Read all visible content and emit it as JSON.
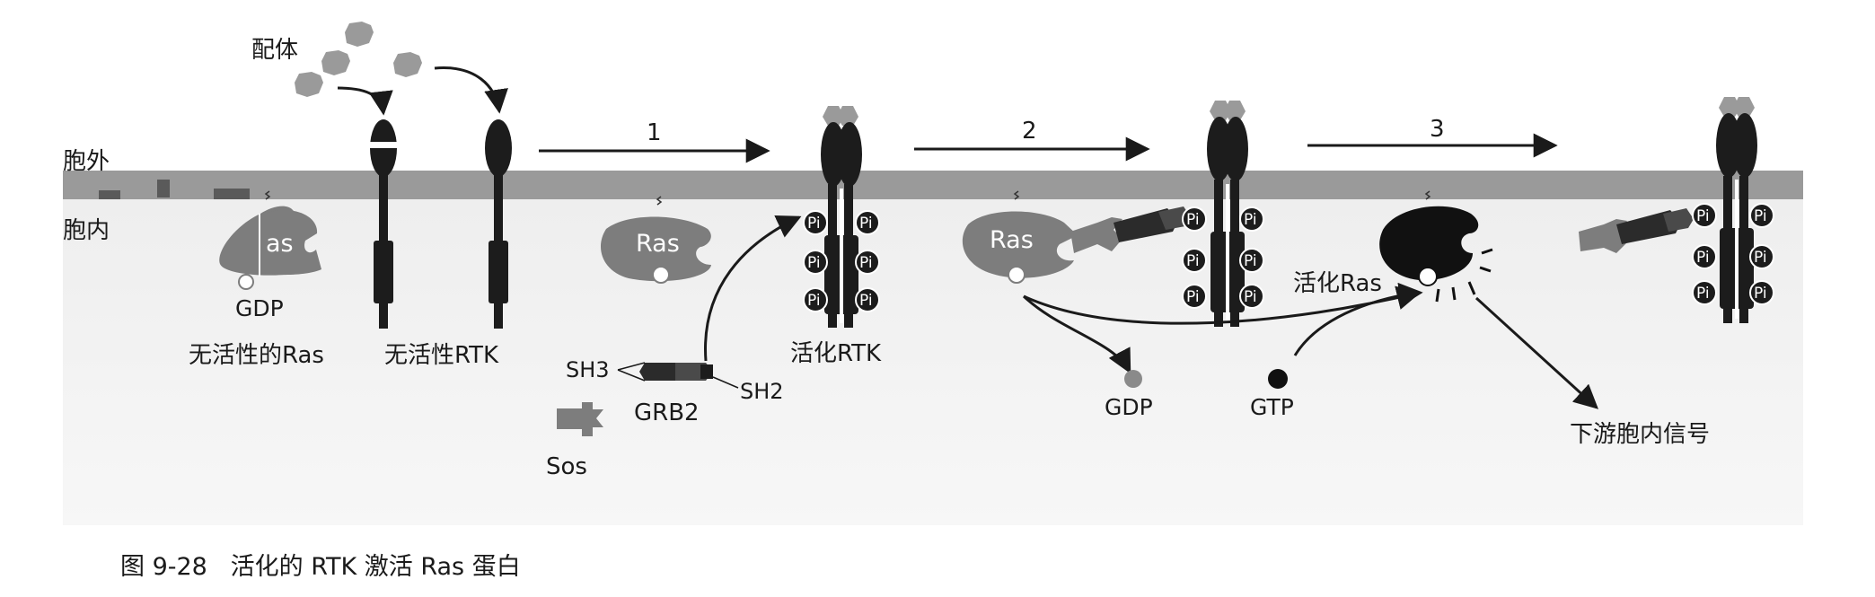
{
  "labels": {
    "ligand": "配体",
    "extracellular": "胞外",
    "intracellular": "胞内",
    "inactive_ras": "无活性的Ras",
    "inactive_rtk": "无活性RTK",
    "active_rtk": "活化RTK",
    "active_ras": "活化Ras",
    "downstream": "下游胞内信号",
    "gdp_bound": "GDP",
    "gdp_free": "GDP",
    "gtp": "GTP",
    "sh3": "SH3",
    "sh2": "SH2",
    "grb2": "GRB2",
    "sos": "Sos",
    "ras1": "as",
    "ras2": "Ras",
    "ras3": "Ras",
    "pi": "Pi"
  },
  "steps": {
    "step1": "1",
    "step2": "2",
    "step3": "3"
  },
  "caption": "图 9-28   活化的 RTK 激活 Ras 蛋白",
  "colors": {
    "membrane": "#9a9a9a",
    "receptor": "#1c1c1c",
    "ras_inactive": "#7d7d7d",
    "ras_active": "#111111",
    "cytosol_bg": "#f2f2f2",
    "arrow": "#1a1a1a"
  }
}
